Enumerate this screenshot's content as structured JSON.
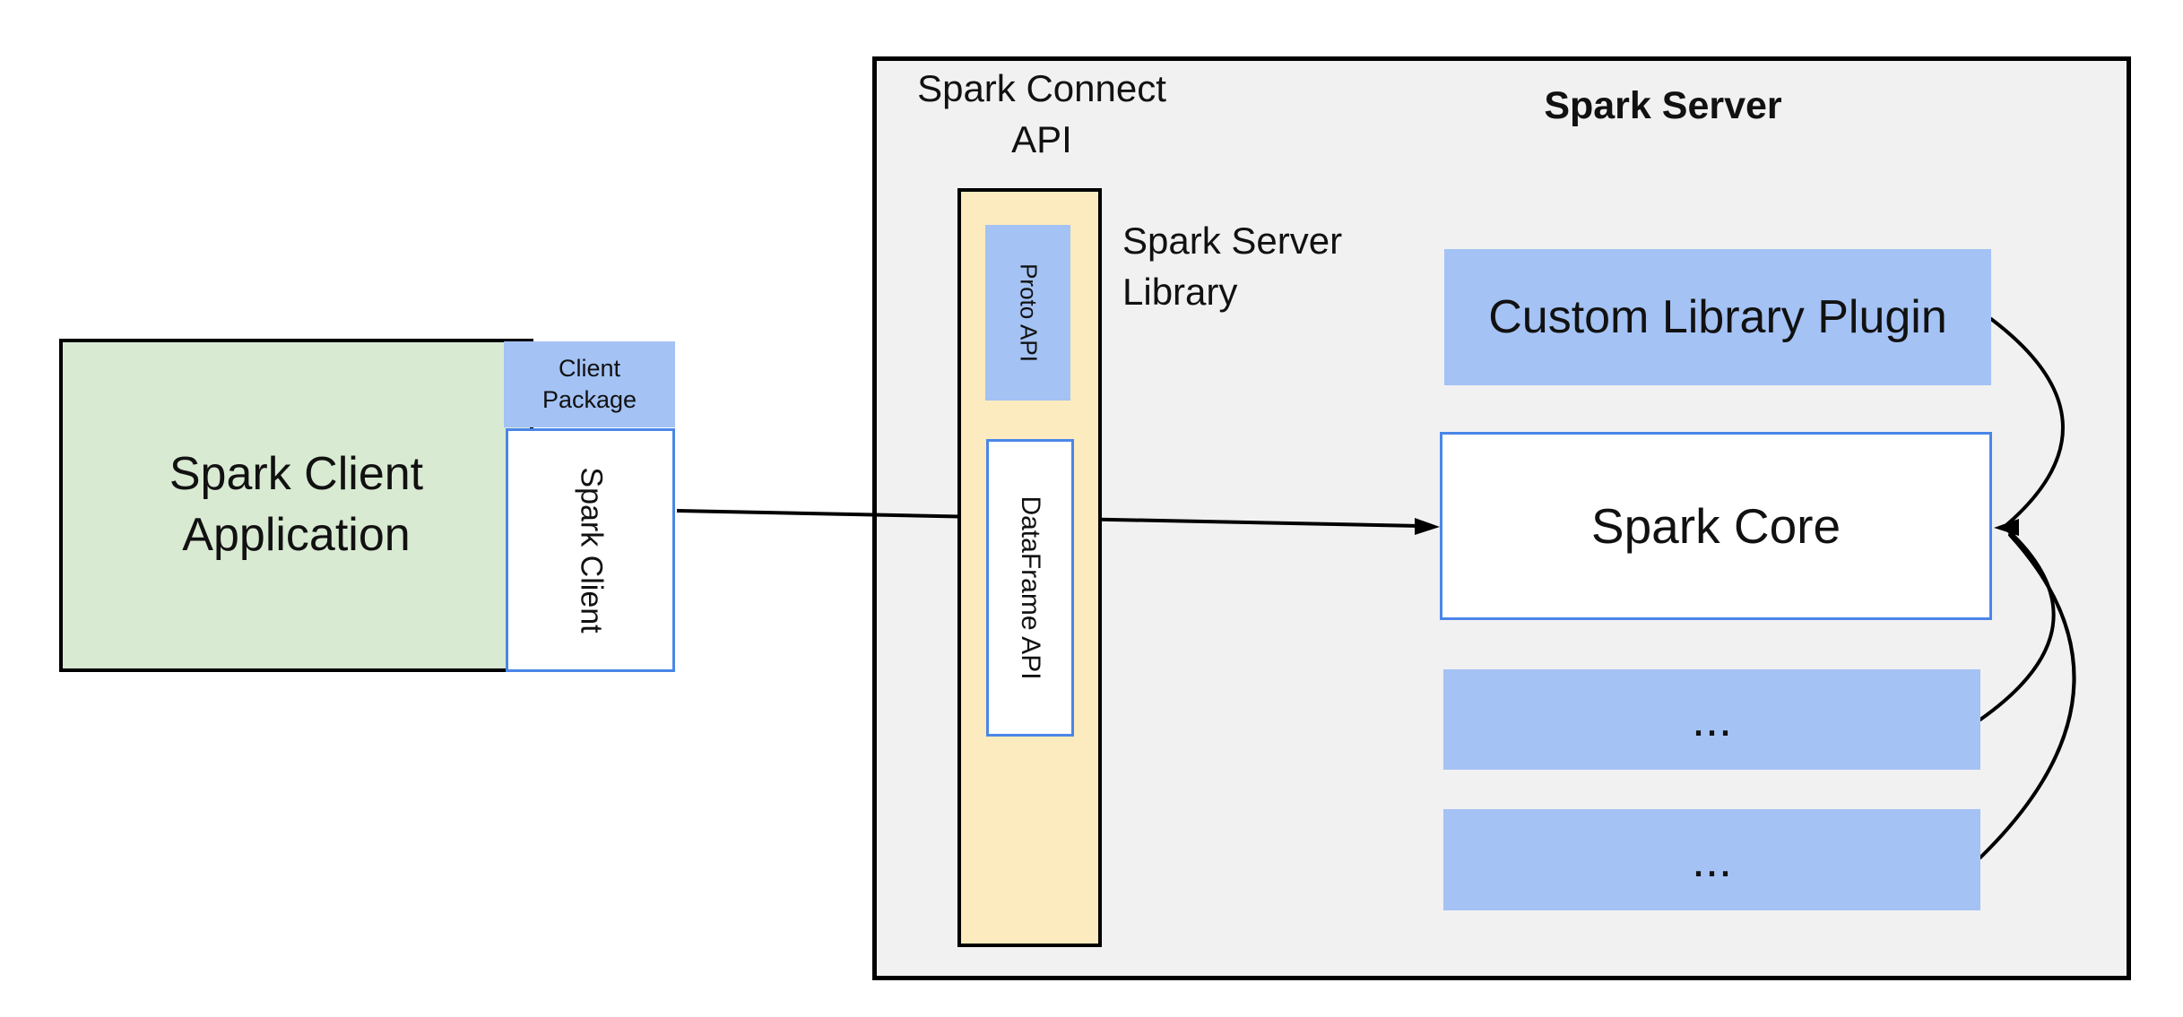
{
  "diagram": {
    "client": {
      "app_label_line1": "Spark Client",
      "app_label_line2": "Application",
      "package_label_line1": "Client",
      "package_label_line2": "Package",
      "client_label": "Spark Client"
    },
    "connect": {
      "header_line1": "Spark Connect",
      "header_line2": "API",
      "proto_label": "Proto API",
      "dataframe_label": "DataFrame API",
      "library_label_line1": "Spark Server",
      "library_label_line2": "Library"
    },
    "server": {
      "title": "Spark Server",
      "plugin_label": "Custom Library Plugin",
      "core_label": "Spark Core",
      "more_box_1": "...",
      "more_box_2": "..."
    }
  },
  "colors": {
    "green-fill": "#d9ead3",
    "blue-fill": "#a4c2f4",
    "blue-border": "#4a86e8",
    "yellow-fill": "#fcebbe",
    "gray-fill": "#f1f1f2",
    "line-color": "#000000"
  }
}
